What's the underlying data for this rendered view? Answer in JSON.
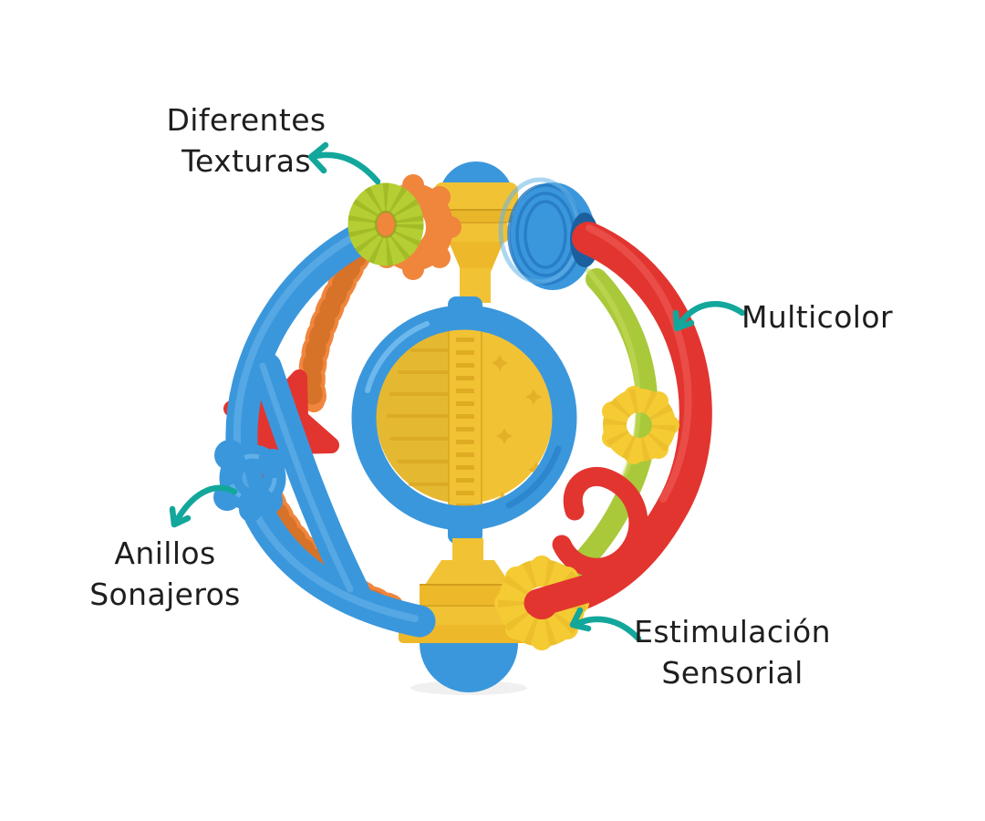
{
  "labels": {
    "texturas": {
      "line1": "Diferentes",
      "line2": "Texturas"
    },
    "multicolor": {
      "line1": "Multicolor"
    },
    "anillos": {
      "line1": "Anillos",
      "line2": "Sonajeros"
    },
    "sensorial": {
      "line1": "Estimulación",
      "line2": "Sensorial"
    }
  },
  "icons": {
    "arrow_style": "curved-teal-annotation-arrow"
  },
  "colors": {
    "bg": "#ffffff",
    "text": "#1e1e1e",
    "arrow": "#13a79c",
    "blue": "#3b97dc",
    "blue-deep": "#1c5f9e",
    "yellow": "#f2c235",
    "yellow-shade": "#dfab22",
    "orange": "#f0853c",
    "lime": "#b5ce33",
    "green": "#a9c93b",
    "red": "#e23530"
  }
}
